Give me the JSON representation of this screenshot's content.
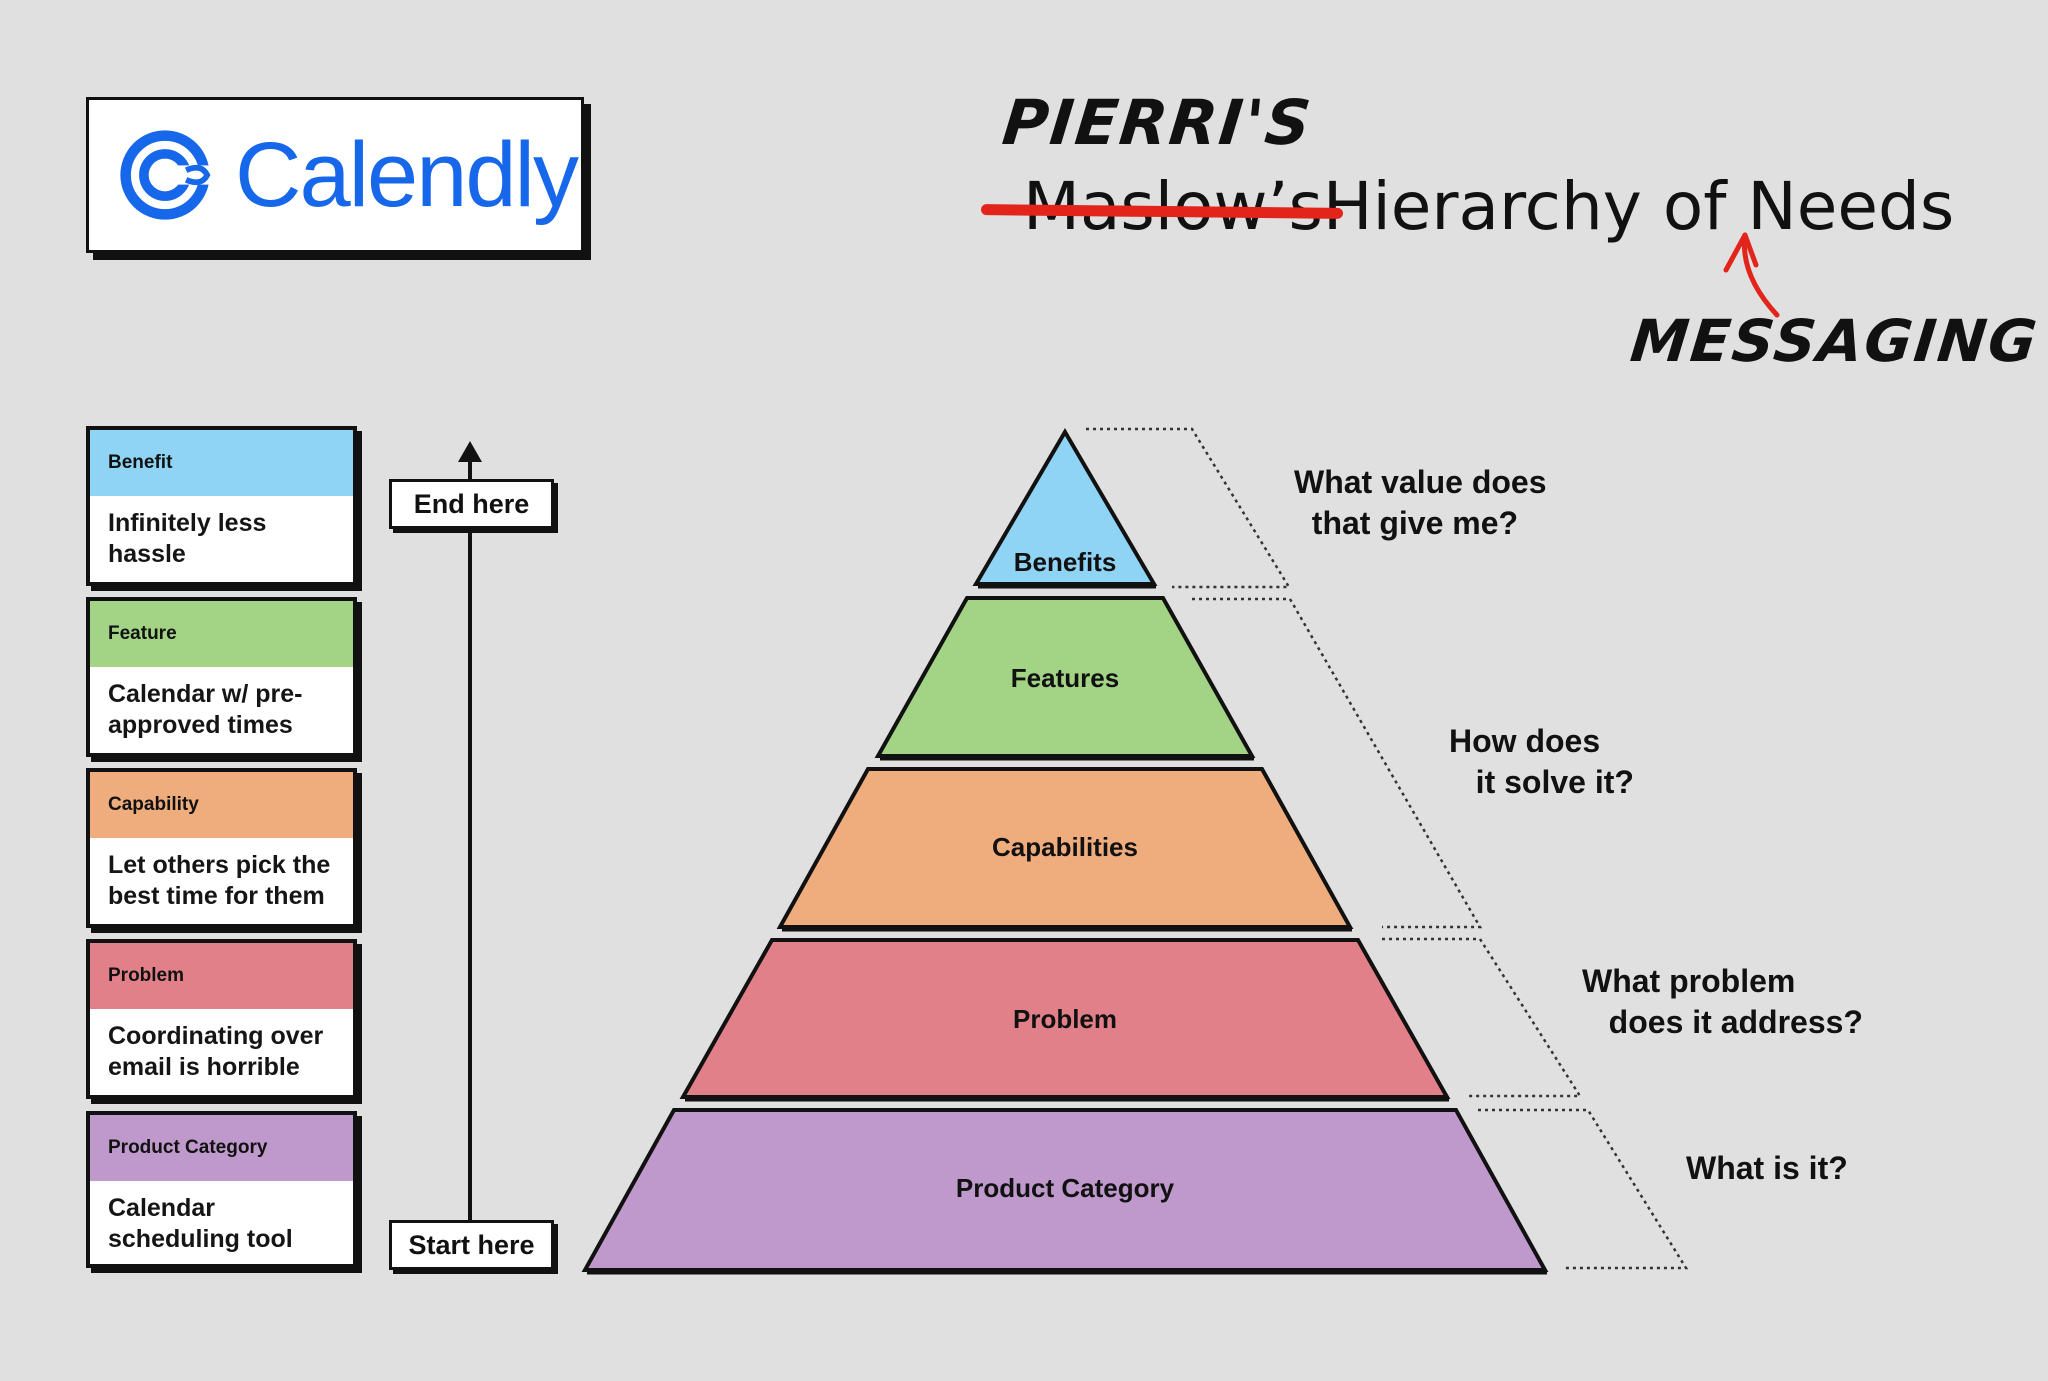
{
  "logo": {
    "wordmark": "Calendly",
    "brand_color": "#1667ea"
  },
  "title": {
    "handwritten_name": "PIERRI'S",
    "struck_word": "Maslow’s",
    "main": "Hierarchy of Needs",
    "handwritten_insert": "MESSAGING",
    "strike_color": "#e2241b"
  },
  "side_cards": [
    {
      "header": "Benefit",
      "body": "Infinitely less hassle",
      "color": "#8fd4f5"
    },
    {
      "header": "Feature",
      "body": "Calendar w/ pre-approved times",
      "color": "#a3d385"
    },
    {
      "header": "Capability",
      "body": "Let others pick the best time for them",
      "color": "#efad7d"
    },
    {
      "header": "Problem",
      "body": "Coordinating over email is horrible",
      "color": "#e28089"
    },
    {
      "header": "Product Category",
      "body": "Calendar scheduling tool",
      "color": "#bf99cc"
    }
  ],
  "flow": {
    "end_label": "End here",
    "start_label": "Start here"
  },
  "pyramid": {
    "tiers": [
      {
        "label": "Benefits",
        "color": "#8fd4f5"
      },
      {
        "label": "Features",
        "color": "#a3d385"
      },
      {
        "label": "Capabilities",
        "color": "#efad7d"
      },
      {
        "label": "Problem",
        "color": "#e28089"
      },
      {
        "label": "Product Category",
        "color": "#bf99cc"
      }
    ],
    "questions": [
      "What value does\n  that give me?",
      "How does\n   it solve it?",
      "What problem\n   does it address?",
      "What is it?"
    ]
  }
}
